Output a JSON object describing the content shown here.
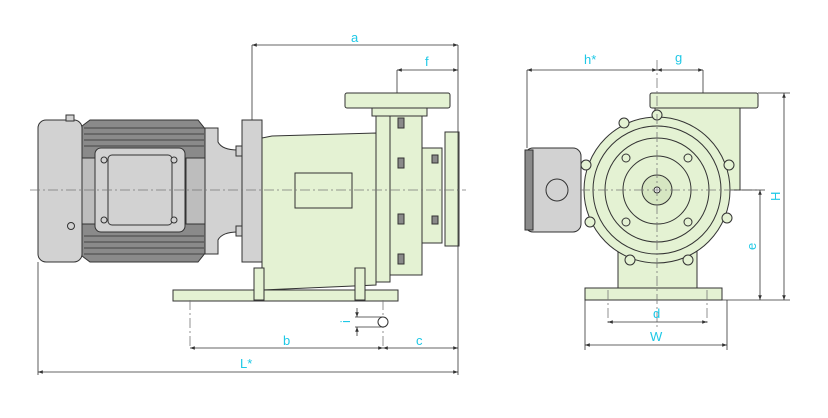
{
  "drawing": {
    "side_view": {
      "dimensions": {
        "a": "a",
        "f": "f",
        "b": "b",
        "c": "c",
        "L": "L*",
        "i": "i"
      }
    },
    "front_view": {
      "dimensions": {
        "h": "h*",
        "g": "g",
        "H": "H",
        "e": "e",
        "d": "d",
        "W": "W"
      }
    },
    "colors": {
      "pump_body": "#e4f2d3",
      "motor": "#d2d2d2",
      "dimension_label": "#1ec8e6"
    }
  }
}
